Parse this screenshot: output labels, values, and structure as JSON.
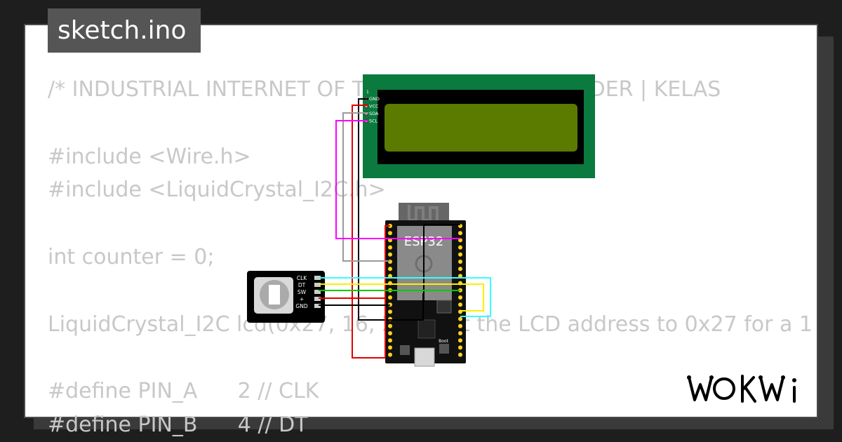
{
  "tab": {
    "filename": "sketch.ino"
  },
  "code": {
    "lines": [
      "/* INDUSTRIAL INTERNET OF THINGS ROTARY ENCODER | KELAS",
      "",
      "#include <Wire.h>",
      "#include <LiquidCrystal_I2C.h>",
      "",
      "int counter = 0;",
      "",
      "LiquidCrystal_I2C lcd(0x27, 16, 2); // set the LCD address to 0x27 for a 1",
      "",
      "#define PIN_A      2 // CLK",
      "#define PIN_B      4 // DT"
    ]
  },
  "lcd": {
    "pins": [
      "GND",
      "VCC",
      "SDA",
      "SCL"
    ],
    "pin1_label": "1",
    "body_color": "#0a7a3e",
    "screen_color": "#5a7a00"
  },
  "esp32": {
    "label": "ESP32",
    "boot_label": "Boot"
  },
  "encoder": {
    "pins": [
      "CLK",
      "DT",
      "SW",
      "+",
      "GND"
    ]
  },
  "wires": {
    "colors": {
      "gnd": "#000000",
      "vcc": "#e00000",
      "sda": "#9a9a9a",
      "scl": "#ff00ff",
      "clk": "#33ffff",
      "dt": "#ffee00",
      "sw": "#00cc00",
      "plus": "#e00000"
    }
  },
  "brand": {
    "logo_text": "WOKWi"
  }
}
